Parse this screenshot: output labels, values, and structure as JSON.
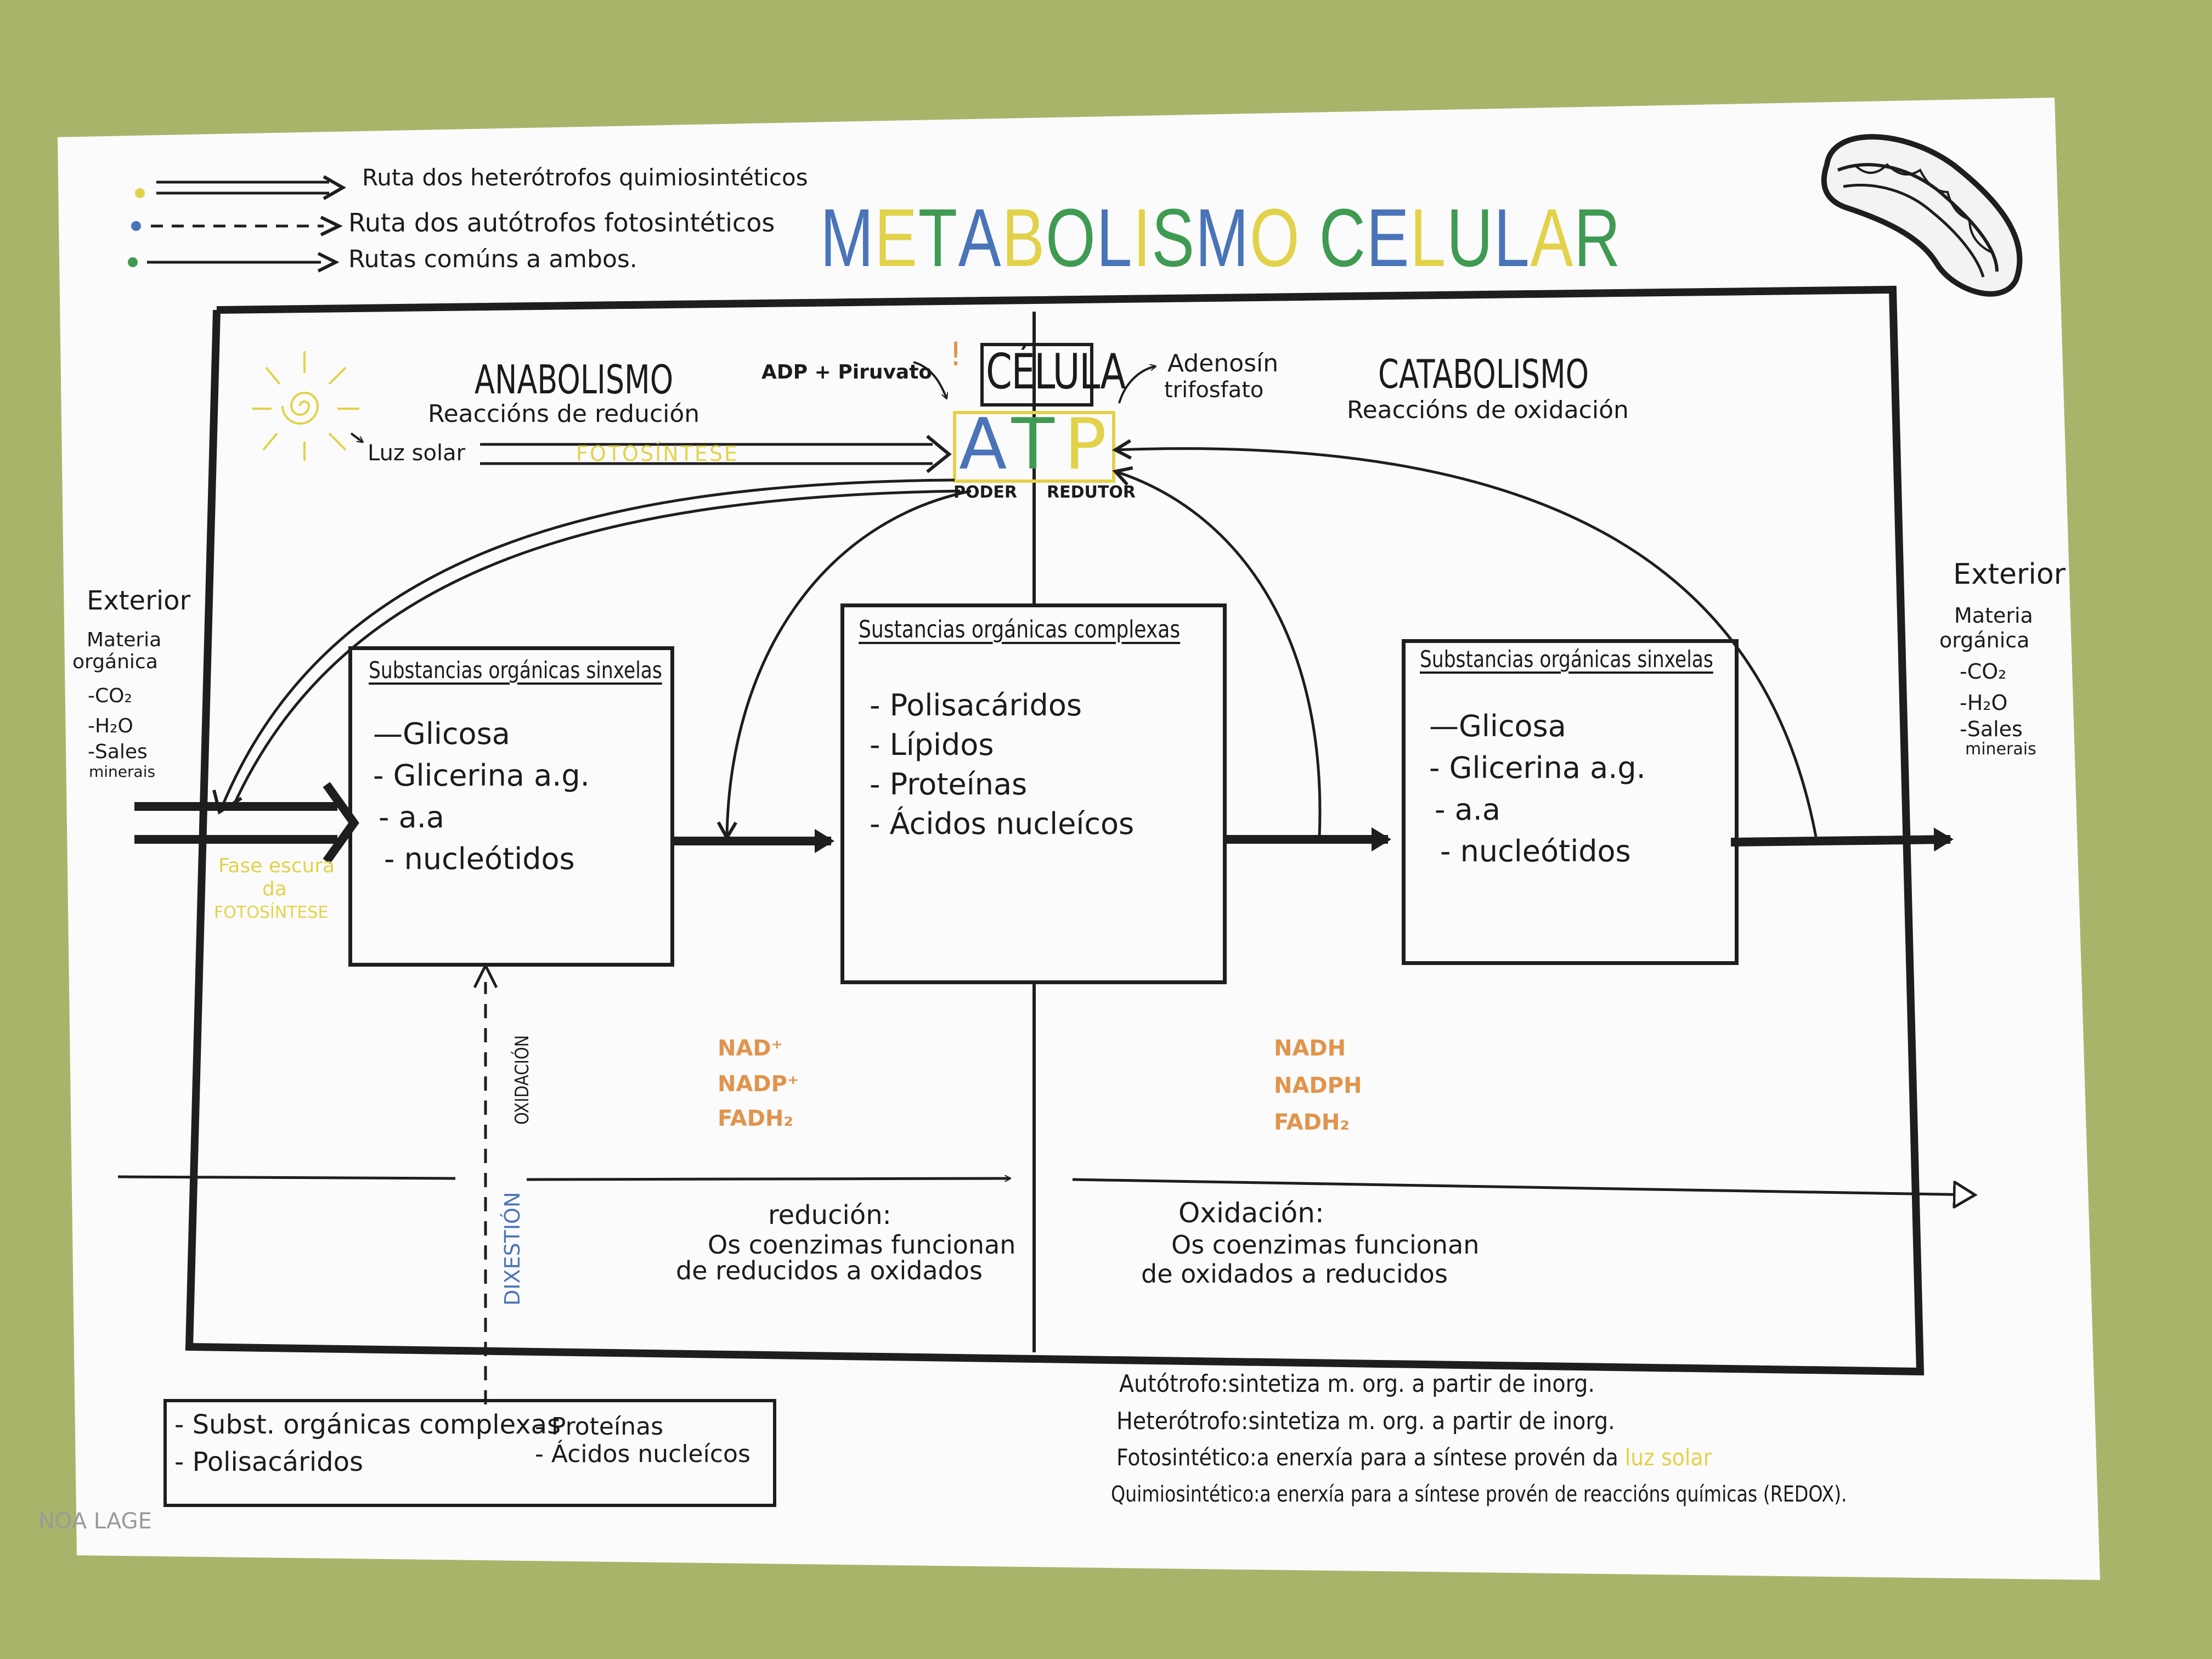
{
  "legend": [
    {
      "text": "Ruta dos heterótrofos quimiosintéticos",
      "dot_color": "#e2d24a"
    },
    {
      "text": "Ruta dos autótrofos fotosintéticos",
      "dot_color": "#4a74b8"
    },
    {
      "text": "Rutas comúns a ambos.",
      "dot_color": "#3f9a52"
    }
  ],
  "title": {
    "text": "METABOLISMO CELULAR",
    "colors": [
      "#4a74b8",
      "#e2d24a",
      "#3f9a52"
    ]
  },
  "celula": {
    "label": "CÉLULA",
    "atp": "ATP",
    "adp": "ADP + Piruvato",
    "adenosin": "Adenosín",
    "trifosfato": "trifosfato",
    "poder": "PODER",
    "redutor": "REDUTOR",
    "exclaim": "!"
  },
  "anabolismo": {
    "title": "ANABOLISMO",
    "subtitle": "Reaccións de redución"
  },
  "catabolismo": {
    "title": "CATABOLISMO",
    "subtitle": "Reaccións de oxidación"
  },
  "luz_solar": "Luz solar",
  "fotosintese": "FOTOSÍNTESE",
  "exterior_left": {
    "title": "Exterior",
    "materia1": "Materia",
    "materia2": "orgánica",
    "items": [
      "-CO₂",
      "-H₂O",
      "-Sales",
      "minerais"
    ]
  },
  "exterior_right": {
    "title": "Exterior",
    "materia1": "Materia",
    "materia2": "orgánica",
    "items": [
      "-CO₂",
      "-H₂O",
      "-Sales",
      "minerais"
    ]
  },
  "fase_escura": [
    "Fase escura",
    "da",
    "FOTOSÍNTESE"
  ],
  "box_left": {
    "title": "Substancias orgánicas sinxelas",
    "items": [
      "—Glicosa",
      "- Glicerina    a.g.",
      "- a.a",
      "- nucleótidos"
    ]
  },
  "box_center": {
    "title": "Sustancias orgánicas complexas",
    "items": [
      "- Polisacáridos",
      "- Lípidos",
      "- Proteínas",
      "- Ácidos nucleícos"
    ]
  },
  "box_right": {
    "title": "Substancias orgánicas sinxelas",
    "items": [
      "—Glicosa",
      "- Glicerina    a.g.",
      "- a.a",
      "- nucleótidos"
    ]
  },
  "oxidacion": "OXIDACIÓN",
  "dixestion": "DIXESTIÓN",
  "coenzimas_left": [
    "NAD⁺",
    "NADP⁺",
    "FADH₂"
  ],
  "coenzimas_right": [
    "NADH",
    "NADPH",
    "FADH₂"
  ],
  "reducion": {
    "title": "redución:",
    "line1": "Os coenzimas funcionan",
    "line2": "de reducidos a oxidados"
  },
  "oxidacion_note": {
    "title": "Oxidación:",
    "line1": "Os coenzimas funcionan",
    "line2": "de oxidados a reducidos"
  },
  "bottom_box": {
    "col1": [
      "- Subst. orgánicas complexas",
      "- Polisacáridos"
    ],
    "col2": [
      "- Proteínas",
      "- Ácidos nucleícos"
    ]
  },
  "definitions": [
    {
      "term": "Autótrofo:",
      "text": "sintetiza   m. org. a partir de inorg."
    },
    {
      "term": "Heterótrofo:",
      "text": "sintetiza   m. org. a partir de inorg."
    },
    {
      "term": "Fotosintético:",
      "text": "a enerxía para a síntese provén da ",
      "highlight": "luz solar"
    },
    {
      "term": "Quimiosintético:",
      "text": "a enerxía para a síntese provén de reaccións químicas (REDOX)."
    }
  ],
  "signature": "NOA LAGE",
  "colors": {
    "ink": "#1e1e1e",
    "orange": "#e0944c",
    "yellow": "#e2d24a",
    "blue": "#4a74b8",
    "green": "#3f9a52",
    "grey": "#9a9a9a"
  }
}
